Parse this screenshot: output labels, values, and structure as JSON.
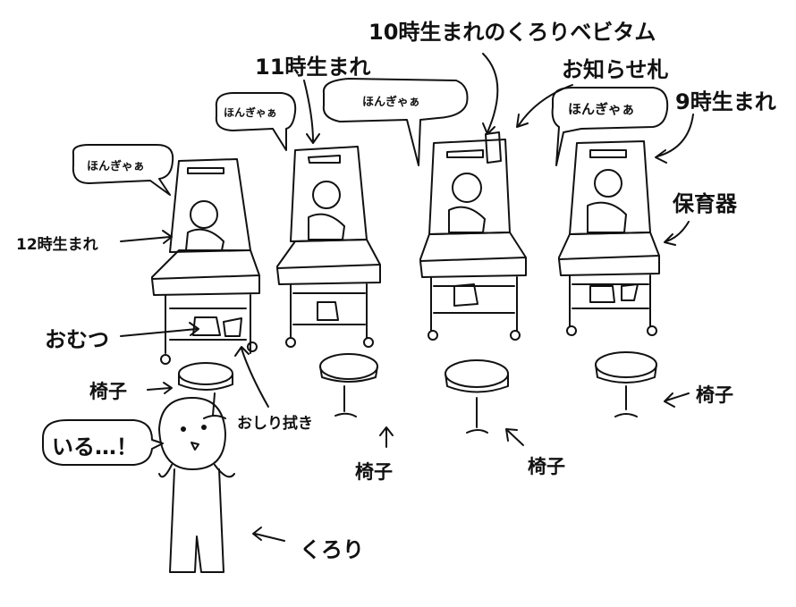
{
  "labels": {
    "baby_10": "10時生まれのくろりベビタム",
    "baby_11": "11時生まれ",
    "notice_tag": "お知らせ札",
    "baby_9": "9時生まれ",
    "incubator": "保育器",
    "baby_12": "12時生まれ",
    "diaper": "おむつ",
    "chair_left": "椅子",
    "wipes": "おしり拭き",
    "chair_center_left": "椅子",
    "chair_center_right": "椅子",
    "chair_right": "椅子",
    "kurori": "くろり"
  },
  "speech": {
    "cry_1": "ほんぎゃぁ",
    "cry_2": "ほんぎゃぁ",
    "cry_3": "ほんぎゃぁ",
    "cry_4": "ほんぎゃぁ",
    "kurori_says": "いる…！"
  }
}
